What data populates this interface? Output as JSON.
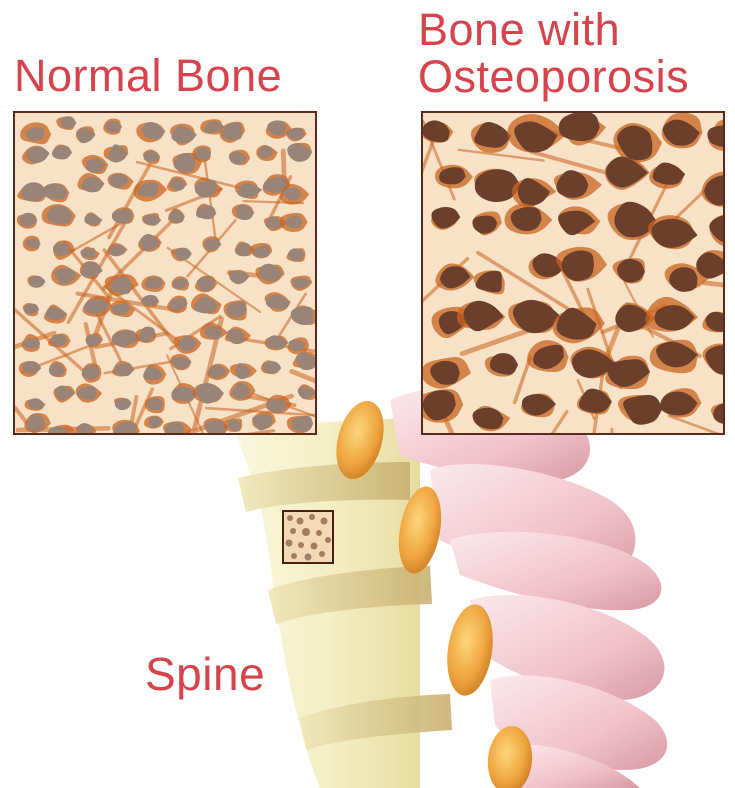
{
  "labels": {
    "normal_bone": "Normal Bone",
    "osteoporosis_line1": "Bone with",
    "osteoporosis_line2": "Osteoporosis",
    "spine": "Spine"
  },
  "colors": {
    "label_red": "#d8434b",
    "panel_border": "#5a2a1a",
    "bone_light": "#f7e2c8",
    "bone_orange": "#c9641f",
    "pore_normal": "#9a8478",
    "pore_osteo": "#6b3f2c",
    "vertebra_body": "#f2eec2",
    "process_pink": "#f1c6cc",
    "disc": "#d9c48c"
  },
  "icons": {
    "normal_texture": "trabecular-bone-dense-icon",
    "osteo_texture": "trabecular-bone-porous-icon",
    "spine_illustration": "spine-illustration-icon",
    "spine_inset": "bone-sample-square-icon"
  }
}
